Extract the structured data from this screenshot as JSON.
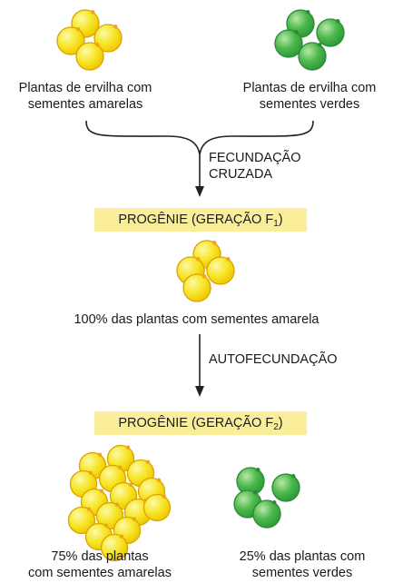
{
  "parents": {
    "left_label": [
      "Plantas de ervilha com",
      "sementes amarelas"
    ],
    "right_label": [
      "Plantas de ervilha com",
      "sementes verdes"
    ]
  },
  "steps": {
    "cross": [
      "FECUNDAÇÃO",
      "CRUZADA"
    ],
    "self": "AUTOFECUNDAÇÃO"
  },
  "f1": {
    "box_text": "PROGÊNIE (GERAÇÃO F",
    "box_sub": "1",
    "box_close": ")",
    "result": "100% das plantas com sementes amarela"
  },
  "f2": {
    "box_text": "PROGÊNIE (GERAÇÃO F",
    "box_sub": "2",
    "box_close": ")",
    "left_label": [
      "75% das plantas",
      "com sementes amarelas"
    ],
    "right_label": [
      "25% das plantas com",
      "sementes verdes"
    ]
  },
  "colors": {
    "yellow_fill": "#f7e62a",
    "yellow_light": "#fdf9a8",
    "yellow_edge": "#d9a400",
    "tip": "#f2a21d",
    "green_fill": "#4cb84c",
    "green_light": "#b8e8a8",
    "green_edge": "#2b8a37",
    "line": "#222222",
    "highlight_box": "#fbee9b"
  }
}
